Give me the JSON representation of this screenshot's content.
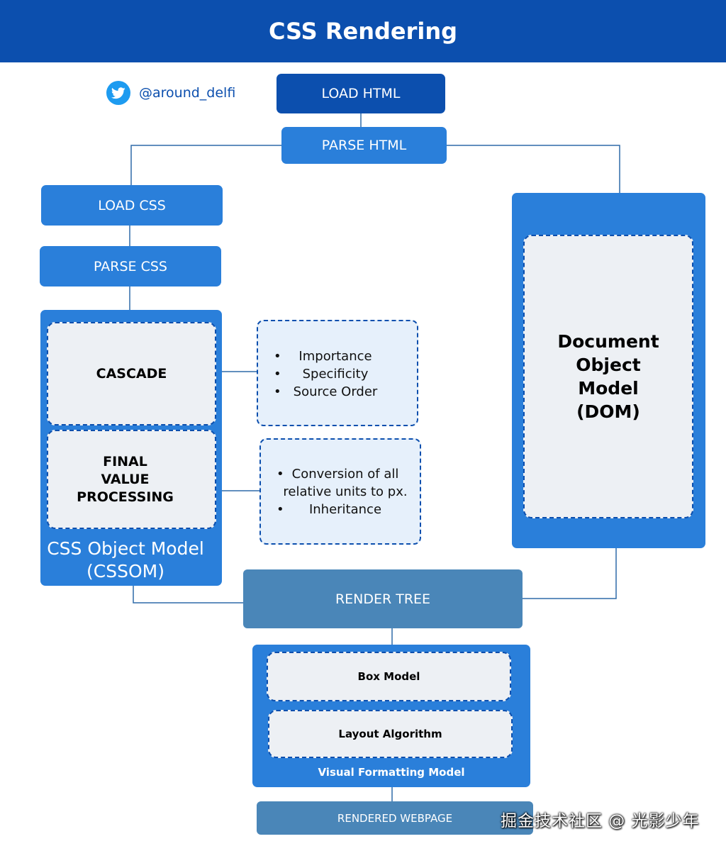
{
  "header": {
    "title": "CSS Rendering",
    "background": "#0c4fae"
  },
  "attribution": {
    "icon": "twitter-bird-icon",
    "handle": "@around_delfi"
  },
  "steps": {
    "load_html": "LOAD HTML",
    "parse_html": "PARSE HTML",
    "load_css": "LOAD CSS",
    "parse_css": "PARSE CSS",
    "render_tree": "RENDER TREE",
    "rendered_webpage": "RENDERED WEBPAGE"
  },
  "cssom": {
    "cascade": "CASCADE",
    "final_value": [
      "FINAL",
      "VALUE",
      "PROCESSING"
    ],
    "caption": [
      "CSS Object Model",
      "(CSSOM)"
    ]
  },
  "cascade_notes": {
    "bullet": "•",
    "items": [
      "Importance",
      "Specificity",
      "Source Order"
    ]
  },
  "final_value_notes": {
    "bullet": "•",
    "items": [
      [
        "Conversion of all",
        "relative units to px."
      ],
      [
        "Inheritance"
      ]
    ]
  },
  "dom": {
    "lines": [
      "Document",
      "Object",
      "Model",
      "(DOM)"
    ]
  },
  "visual_formatting": {
    "box_model": "Box Model",
    "layout_algorithm": "Layout Algorithm",
    "caption": "Visual Formatting Model"
  },
  "watermark": "掘金技术社区 @ 光影少年",
  "colors": {
    "dark_blue": "#0c4fae",
    "mid_blue": "#2a7fda",
    "steel_blue": "#4a86b8",
    "panel_gray": "#edf0f4",
    "note_fill": "#e6f0fb",
    "twitter_blue": "#1d9bf0"
  }
}
